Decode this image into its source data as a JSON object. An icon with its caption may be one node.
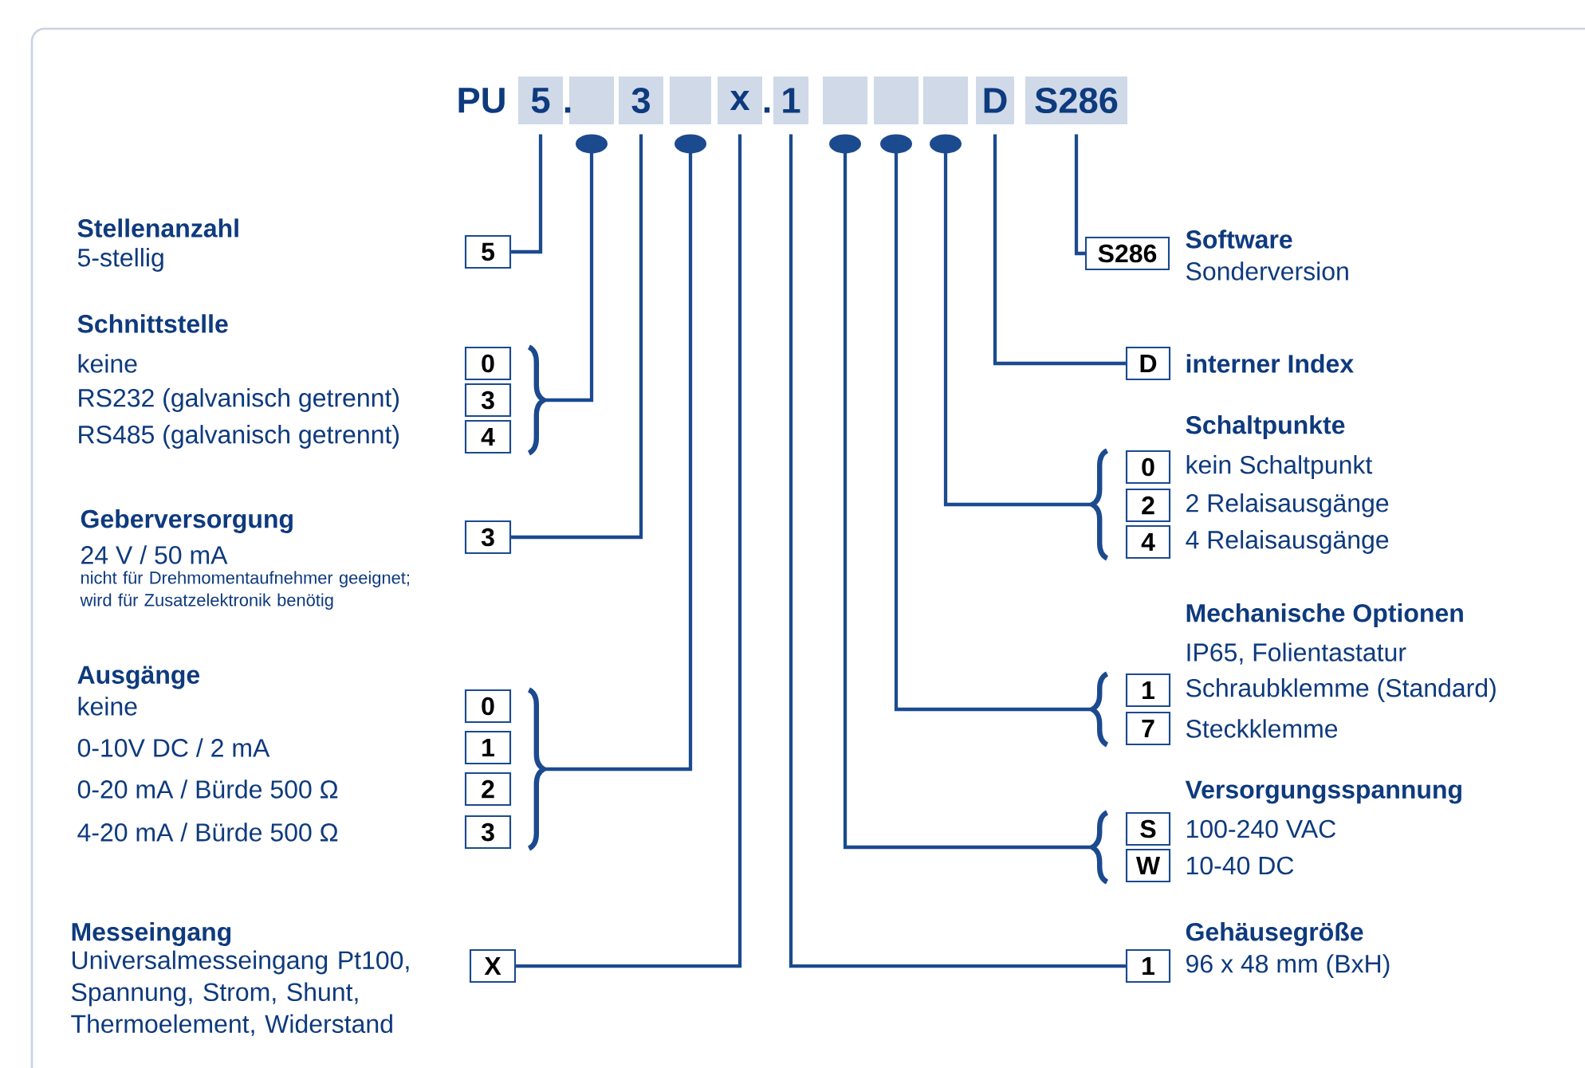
{
  "diagram": {
    "nodes": [
      {
        "text": [
          "5"
        ]
      },
      {
        "text": [],
        "shape": "box"
      },
      {
        "text": [
          "3"
        ]
      },
      {
        "text": [],
        "shape": "box"
      },
      {
        "text": [
          "x"
        ]
      },
      {
        "text": [
          "1"
        ]
      },
      {
        "text": [],
        "shape": "box"
      },
      {
        "text": [],
        "shape": "box"
      },
      {
        "text": [],
        "shape": "box"
      },
      {
        "text": [
          "D"
        ]
      },
      {
        "text": [
          "S286"
        ]
      },
      {
        "text": [
          "5"
        ]
      },
      {
        "text": [
          "0"
        ]
      },
      {
        "text": [
          "3"
        ]
      },
      {
        "text": [
          "4"
        ]
      },
      {
        "text": [
          "3"
        ]
      },
      {
        "text": [
          "0"
        ]
      },
      {
        "text": [
          "1"
        ]
      },
      {
        "text": [
          "2"
        ]
      },
      {
        "text": [
          "3"
        ]
      },
      {
        "text": [
          "X"
        ],
        "beside": [
          "Universalmesseingang Pt100, Spannung, Strom, Shunt, Thermoelement, Widerstand"
        ]
      },
      {
        "text": [
          "S286"
        ]
      },
      {
        "text": [
          "D"
        ],
        "beside": [
          "interner Index"
        ]
      },
      {
        "text": [
          "0"
        ],
        "beside": [
          "kein Schaltpunkt"
        ]
      },
      {
        "text": [
          "2"
        ],
        "beside": [
          "2 Relaisausgänge"
        ]
      },
      {
        "text": [
          "4"
        ],
        "beside": [
          "4 Relaisausgänge"
        ]
      },
      {
        "text": [
          "1"
        ],
        "beside": [
          "Schraubklemme (Standard)"
        ]
      },
      {
        "text": [
          "7"
        ],
        "beside": [
          "Steckklemme"
        ]
      },
      {
        "text": [
          "S"
        ],
        "beside": [
          "100-240 VAC"
        ]
      },
      {
        "text": [
          "W"
        ],
        "beside": [
          "10-40 DC"
        ]
      },
      {
        "text": [
          "1"
        ],
        "beside": [
          "96 x 48 mm (BxH)"
        ]
      },
      {
        "text": [],
        "shape": "bracket"
      },
      {
        "text": [],
        "shape": "bracket"
      },
      {
        "text": [],
        "shape": "bracket"
      },
      {
        "text": [],
        "shape": "bracket"
      },
      {
        "text": [],
        "shape": "bracket"
      }
    ],
    "edges": [
      {
        "from": 0,
        "to": 11,
        "arrow": "none"
      },
      {
        "from": 1,
        "to": 31,
        "arrow": "other"
      },
      {
        "from": 2,
        "to": 15,
        "arrow": "none"
      },
      {
        "from": 3,
        "to": 32,
        "arrow": "other"
      },
      {
        "from": 4,
        "to": 20,
        "arrow": "none"
      },
      {
        "from": 5,
        "to": 30,
        "arrow": "none"
      },
      {
        "from": 6,
        "to": 35,
        "arrow": "other"
      },
      {
        "from": 7,
        "to": 34,
        "arrow": "other"
      },
      {
        "from": 8,
        "to": 33,
        "arrow": "other"
      },
      {
        "from": 9,
        "to": 22,
        "arrow": "none"
      },
      {
        "from": 10,
        "to": 21,
        "arrow": "none"
      }
    ],
    "labels": [
      "PU",
      ".",
      ".",
      "Stellenanzahl",
      "5-stellig",
      "Schnittstelle",
      "keine",
      "RS232 (galvanisch getrennt)",
      "RS485 (galvanisch getrennt)",
      "Geberversorgung",
      "24 V / 50 mA",
      "nicht für Drehmomentaufnehmer geeignet; wird für Zusatzelektronik benötig",
      "Ausgänge",
      "keine",
      "0-10V DC / 2 mA",
      "0-20 mA / Bürde 500 Ω",
      "4-20 mA / Bürde 500 Ω",
      "Messeingang",
      "Software",
      "Sonderversion",
      "Schaltpunkte",
      "Mechanische Optionen",
      "IP65, Folientastatur",
      "Versorgungsspannung",
      "Gehäusegröße"
    ]
  }
}
